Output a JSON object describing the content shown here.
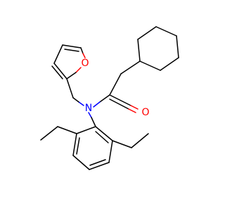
{
  "atoms": {
    "furan_oxygen": {
      "label": "O",
      "color": "#ff0000"
    },
    "carbonyl_oxygen": {
      "label": "O",
      "color": "#ff0000"
    },
    "amide_nitrogen": {
      "label": "N",
      "color": "#0000ff"
    }
  },
  "colors": {
    "bond": "#000000",
    "oxygen": "#ff0000",
    "nitrogen": "#0000ff",
    "background": "#ffffff"
  }
}
